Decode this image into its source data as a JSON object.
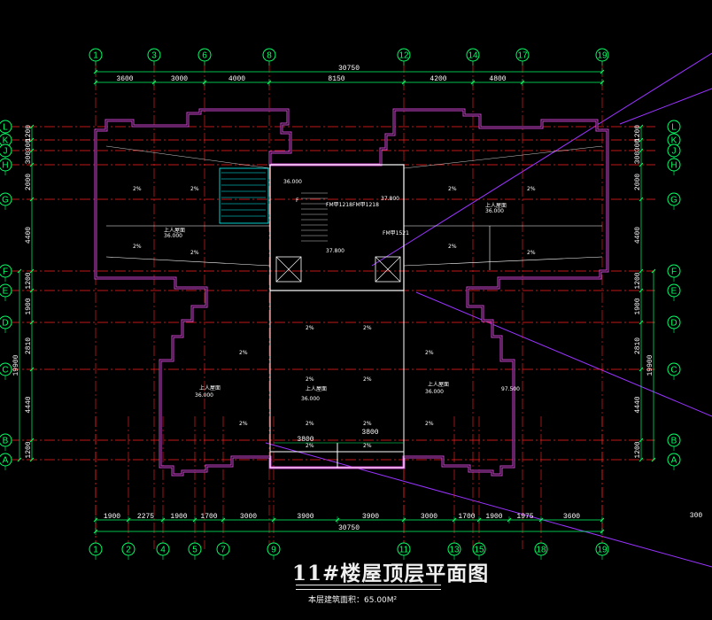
{
  "drawing": {
    "title": "11#楼屋顶层平面图",
    "subtitle": "本层建筑面积：65.00M²"
  },
  "colors": {
    "background": "#000000",
    "axis_line": "#ff2020",
    "wall": "#cc44cc",
    "dim": "#00ff66",
    "text": "#ffffff",
    "leader": "#9933ff"
  },
  "top_axes": [
    "1",
    "3",
    "6",
    "8",
    "12",
    "14",
    "17",
    "19"
  ],
  "bottom_axes": [
    "1",
    "2",
    "4",
    "5",
    "7",
    "9",
    "11",
    "13",
    "15",
    "18",
    "19"
  ],
  "left_axes": [
    "L",
    "K",
    "J",
    "H",
    "G",
    "F",
    "E",
    "D",
    "C",
    "B",
    "A"
  ],
  "right_axes": [
    "L",
    "K",
    "J",
    "H",
    "G",
    "F",
    "E",
    "D",
    "C",
    "B",
    "A"
  ],
  "top_dims": [
    "3600",
    "3000",
    "4000",
    "8150",
    "4200",
    "4800"
  ],
  "top_total": "30750",
  "bottom_dims": [
    "1900",
    "2275",
    "1900",
    "1700",
    "3000",
    "3900",
    "3900",
    "3000",
    "1700",
    "1900",
    "1975",
    "3600"
  ],
  "bottom_total": "30750",
  "left_dims": [
    "1200",
    "300",
    "300",
    "2000",
    "4400",
    "1200",
    "1900",
    "2810",
    "4440",
    "1200"
  ],
  "right_dims": [
    "1200",
    "300",
    "300",
    "2000",
    "4400",
    "1200",
    "1900",
    "2810",
    "4440",
    "1200"
  ],
  "left_subtotals": [
    "19900"
  ],
  "side_dim_right_extra": "300",
  "inner_dims": [
    "3800",
    "3800"
  ],
  "labels": {
    "roof_elev_left": "36.000",
    "roof_elev_mid": "36.000",
    "roof_elev_right": "36.000",
    "machine_room": "37.800",
    "stair_top": "37.800",
    "up_roof": "上人屋面",
    "slope": "2%",
    "fm1": "FM甲1218",
    "fm2": "FM甲1218",
    "fm3": "FM甲1521",
    "f_label": "F"
  }
}
